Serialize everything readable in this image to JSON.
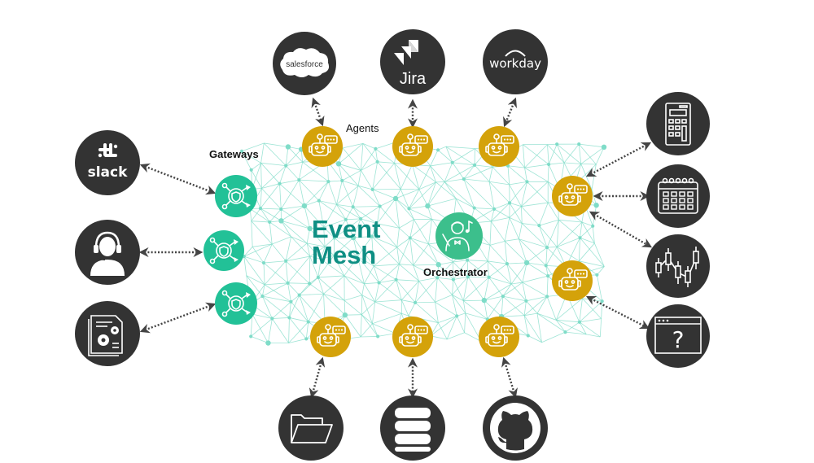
{
  "title": "Event Mesh",
  "labels": {
    "mesh_line1": "Event",
    "mesh_line2": "Mesh",
    "agents": "Agents",
    "gateways": "Gateways",
    "orchestrator": "Orchestrator"
  },
  "colors": {
    "mesh": "#7fdcc8",
    "mesh_text": "#0f8f84",
    "agent": "#d4a20a",
    "gateway": "#22c197",
    "orchestrator": "#3cbf8c",
    "endpoint": "#333333",
    "arrow": "#444444"
  },
  "endpoints": {
    "salesforce": "salesforce",
    "jira": "Jira",
    "workday": "workday",
    "slack": "slack",
    "question": "?"
  },
  "nodes": {
    "gateways": [
      "gateway-top",
      "gateway-middle",
      "gateway-bottom"
    ],
    "agents": [
      "agent-salesforce",
      "agent-jira",
      "agent-workday",
      "agent-right-upper",
      "agent-right-lower",
      "agent-files",
      "agent-database",
      "agent-github"
    ],
    "external_systems": [
      "salesforce",
      "jira",
      "workday",
      "slack",
      "support-agent",
      "documents-settings",
      "calculator",
      "calendar",
      "stock-chart",
      "unknown-app",
      "files",
      "database",
      "github"
    ]
  }
}
